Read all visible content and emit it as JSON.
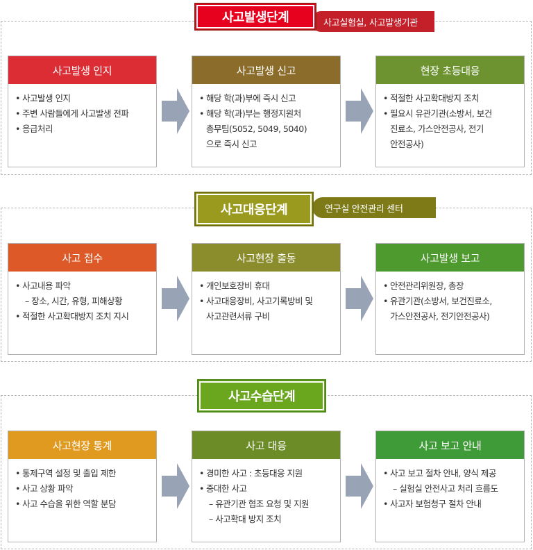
{
  "stages": [
    {
      "phase": "사고발생단계",
      "tag": "사고실험실, 사고발생기관",
      "cards": [
        {
          "title": "사고발생 인지",
          "lines": [
            {
              "type": "bullet",
              "text": "사고발생 인지"
            },
            {
              "type": "bullet",
              "text": "주변 사람들에게 사고발생 전파"
            },
            {
              "type": "bullet",
              "text": "응급처리"
            }
          ]
        },
        {
          "title": "사고발생 신고",
          "lines": [
            {
              "type": "bullet",
              "text": "해당 학(과)부에 즉시 신고"
            },
            {
              "type": "bullet",
              "text": "해당 학(과)부는 행정지원처"
            },
            {
              "type": "cont",
              "text": "총무팀(5052, 5049, 5040)"
            },
            {
              "type": "cont",
              "text": "으로 즉시 신고"
            }
          ]
        },
        {
          "title": "현장 초등대응",
          "lines": [
            {
              "type": "bullet",
              "text": "적절한 사고확대방지 조치"
            },
            {
              "type": "bullet",
              "text": "필요시 유관기관(소방서, 보건"
            },
            {
              "type": "cont",
              "text": "진료소, 가스안전공사, 전기"
            },
            {
              "type": "cont",
              "text": "안전공사)"
            }
          ]
        }
      ]
    },
    {
      "phase": "사고대응단계",
      "tag": "연구실 안전관리 센터",
      "cards": [
        {
          "title": "사고 접수",
          "lines": [
            {
              "type": "bullet",
              "text": "사고내용 파악"
            },
            {
              "type": "dash",
              "text": "– 장소, 시간, 유형, 피해상황"
            },
            {
              "type": "bullet",
              "text": "적절한 사고확대방지 조치 지시"
            }
          ]
        },
        {
          "title": "사고현장 출동",
          "lines": [
            {
              "type": "bullet",
              "text": "개인보호장비 휴대"
            },
            {
              "type": "bullet",
              "text": "사고대응장비, 사고기록방비 및"
            },
            {
              "type": "cont",
              "text": "사고관련서류 구비"
            }
          ]
        },
        {
          "title": "사고발생 보고",
          "lines": [
            {
              "type": "bullet",
              "text": "안전관리위원장, 총장"
            },
            {
              "type": "bullet",
              "text": "유관기관(소방서, 보건진료소,"
            },
            {
              "type": "cont",
              "text": "가스안전공사, 전기안전공사)"
            }
          ]
        }
      ]
    },
    {
      "phase": "사고수습단계",
      "tag": "",
      "cards": [
        {
          "title": "사고현장 통계",
          "lines": [
            {
              "type": "bullet",
              "text": "통제구역 설정 및 출입 제한"
            },
            {
              "type": "bullet",
              "text": "사고 상황 파악"
            },
            {
              "type": "bullet",
              "text": "사고 수습을 위한 역할 분담"
            }
          ]
        },
        {
          "title": "사고 대응",
          "lines": [
            {
              "type": "bullet",
              "text": "경미한 사고 :  초등대응 지원"
            },
            {
              "type": "bullet",
              "text": "중대한 사고"
            },
            {
              "type": "dash",
              "text": "– 유관기관 협조 요청 및 지원"
            },
            {
              "type": "dash",
              "text": "– 사고확대 방지 조치"
            }
          ]
        },
        {
          "title": "사고 보고 안내",
          "lines": [
            {
              "type": "bullet",
              "text": "사고 보고 절차 안내, 양식 제공"
            },
            {
              "type": "dash",
              "text": "– 실험실 안전사고 처리 흐름도"
            },
            {
              "type": "bullet",
              "text": "사고자 보험청구 절차 안내"
            }
          ]
        }
      ]
    }
  ],
  "colors": {
    "phase": [
      "#e8001f",
      "#9a9a1e",
      "#6aa71f"
    ],
    "tag": [
      "#c3202a",
      "#7d7a17",
      ""
    ],
    "cards": [
      [
        "#db2d33",
        "#8c6c2a",
        "#6d9331"
      ],
      [
        "#dd5a28",
        "#8b8c2c",
        "#4e9a2e"
      ],
      [
        "#e09a1f",
        "#6b8c27",
        "#3f9b37"
      ]
    ]
  }
}
